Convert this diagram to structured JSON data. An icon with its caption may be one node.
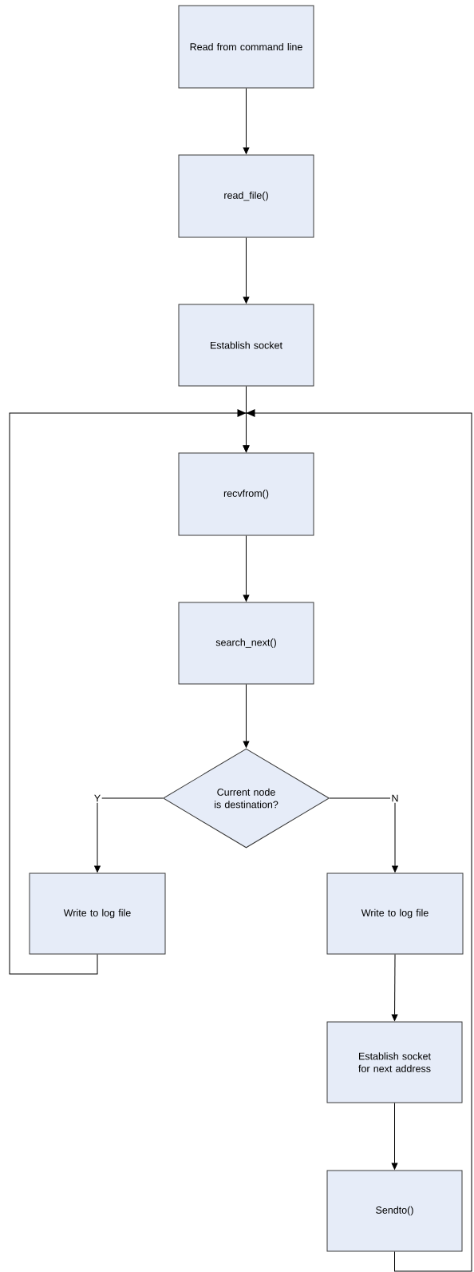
{
  "diagram": {
    "nodes": [
      {
        "text": [
          "Read from command line"
        ]
      },
      {
        "text": [
          "read_file()"
        ]
      },
      {
        "text": [
          "Establish socket"
        ]
      },
      {
        "text": [
          "recvfrom()"
        ]
      },
      {
        "text": [
          "search_next()"
        ]
      },
      {
        "text": [
          "Current node is destination?"
        ]
      },
      {
        "text": [
          "Write to log file"
        ]
      },
      {
        "text": [
          "Write to log file"
        ]
      },
      {
        "text": [
          "Establish socket for next address"
        ]
      },
      {
        "text": [
          "Sendto()"
        ]
      }
    ],
    "edges": [
      {
        "from": 0,
        "to": 1,
        "arrow": "to"
      },
      {
        "from": 1,
        "to": 2,
        "arrow": "to"
      },
      {
        "from": 2,
        "to": 3,
        "arrow": "to"
      },
      {
        "from": 3,
        "to": 4,
        "arrow": "to"
      },
      {
        "from": 4,
        "to": 5,
        "arrow": "to"
      },
      {
        "from": 5,
        "to": 6,
        "arrow": "to",
        "label": "Y"
      },
      {
        "from": 5,
        "to": 7,
        "arrow": "to",
        "label": "N"
      },
      {
        "from": 7,
        "to": 8,
        "arrow": "to"
      },
      {
        "from": 8,
        "to": 9,
        "arrow": "to"
      },
      {
        "from": 6,
        "to": 3,
        "arrow": "to"
      },
      {
        "from": 9,
        "to": 3,
        "arrow": "to"
      }
    ]
  }
}
